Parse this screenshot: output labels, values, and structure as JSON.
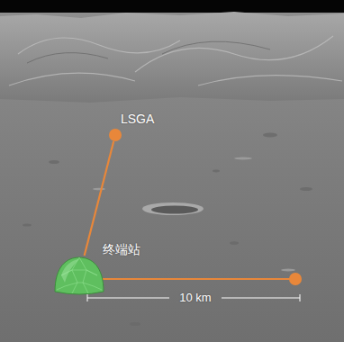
{
  "diagram": {
    "nodes": [
      {
        "text": [
          "LSGA"
        ]
      },
      {
        "text": [
          "终端站"
        ]
      }
    ],
    "edges": [
      {
        "from": 1,
        "to": 0,
        "arrow": "none"
      }
    ],
    "labels": [
      "10 km"
    ]
  }
}
